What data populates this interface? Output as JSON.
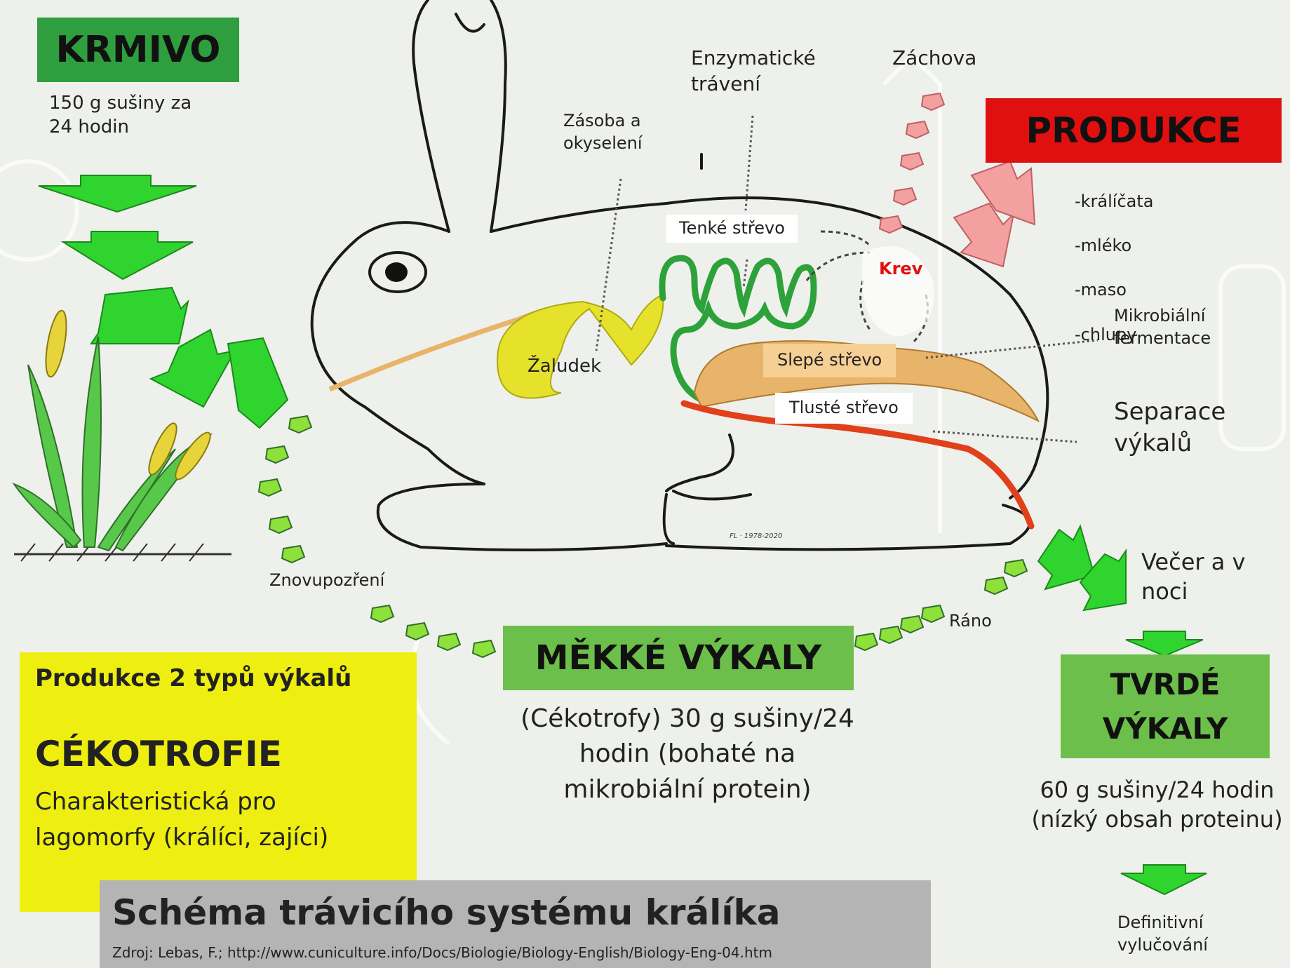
{
  "colors": {
    "feed_green": "#2f9e3f",
    "production_red": "#e01010",
    "soft_feces_green": "#6cbf4a",
    "hard_feces_green": "#6cbf4a",
    "info_yellow": "#eeee10",
    "title_gray": "#b4b4b4",
    "arrow_green": "#2fd42f",
    "arrow_pink": "#f2a0a0",
    "small_intestine": "#2ea23a",
    "stomach": "#e6e22c",
    "caecum": "#e8b46a",
    "colon": "#e0401a",
    "blood_text": "#e01010"
  },
  "feed": {
    "title": "KRMIVO",
    "amount": "150 g sušiny za\n24 hodin"
  },
  "production": {
    "title": "PRODUKCE",
    "items": [
      "-králíčata",
      "-mléko",
      "-maso",
      "-chlupy"
    ]
  },
  "labels": {
    "enzymatic": "Enzymatické\ntrávení",
    "maintenance": "Záchova",
    "storage": "Zásoba a\nokyselení",
    "small_intestine": "Tenké střevo",
    "blood": "Krev",
    "stomach": "Žaludek",
    "caecum": "Slepé střevo",
    "colon": "Tlusté střevo",
    "microbial": "Mikrobiální\nfermentace",
    "separation": "Separace\nvýkalů",
    "evening": "Večer  a v\nnoci",
    "morning": "Ráno",
    "reingestion": "Znovupozření",
    "final_excretion": "Definitivní\nvylučování",
    "drawing_signature": "FL · 1978-2020"
  },
  "soft_feces": {
    "title": "MĚKKÉ VÝKALY",
    "desc": "(Cékotrofy) 30 g sušiny/24\nhodin (bohaté na\nmikrobiální protein)"
  },
  "hard_feces": {
    "title": "TVRDÉ\nVÝKALY",
    "desc": "60 g sušiny/24 hodin\n(nízký obsah proteinu)"
  },
  "info_box": {
    "heading": "Produkce 2 typů výkalů",
    "term": "CÉKOTROFIE",
    "desc": "Charakteristická pro\nlagomorfy (králíci, zajíci)"
  },
  "title_bar": {
    "title": "Schéma trávicího systému králíka",
    "source": "Zdroj: Lebas, F.; http://www.cuniculture.info/Docs/Biologie/Biology-English/Biology-Eng-04.htm"
  }
}
